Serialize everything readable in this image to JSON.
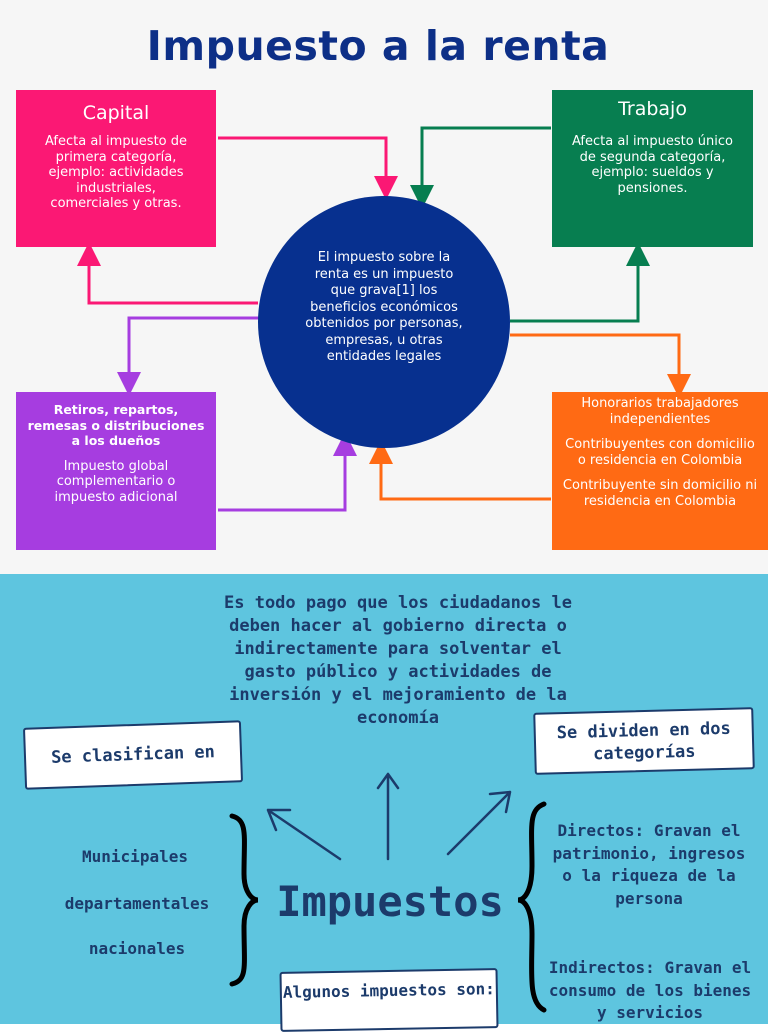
{
  "title": "Impuesto a la renta",
  "center": "El impuesto sobre la renta es un impuesto que grava[1] los beneficios económicos obtenidos por personas, empresas, u otras entidades legales",
  "capital": {
    "title": "Capital",
    "text": "Afecta al impuesto de primera categoría, ejemplo: actividades industriales, comerciales y otras."
  },
  "trabajo": {
    "title": "Trabajo",
    "text": "Afecta al impuesto único de segunda categoría, ejemplo: sueldos y pensiones."
  },
  "retiros": {
    "title": "Retiros, repartos, remesas o distribuciones a los dueños",
    "text": "Impuesto global complementario o impuesto adicional"
  },
  "honorarios": {
    "line1": "Honorarios trabajadores independientes",
    "line2": "Contribuyentes con domicilio o residencia en Colombia",
    "line3": "Contribuyente sin domicilio ni residencia en Colombia"
  },
  "definition": "Es todo pago que los ciudadanos le deben hacer al gobierno directa o indirectamente para solventar el gasto público y actividades de inversión y el mejoramiento de la economía",
  "clasifican": "Se clasifican en",
  "dividen": "Se dividen en dos categorías",
  "algunos": "Algunos impuestos son:",
  "impuestos": "Impuestos",
  "levels": [
    "Municipales",
    "departamentales",
    "nacionales"
  ],
  "directos": "Directos: Gravan el patrimonio, ingresos o la riqueza de la persona",
  "indirectos": "Indirectos: Gravan el consumo de los bienes y servicios",
  "colors": {
    "navy": "#07308f",
    "pink": "#fb1874",
    "green": "#077e50",
    "purple": "#a63de0",
    "orange": "#ff6a14",
    "sky": "#5ec5df"
  }
}
